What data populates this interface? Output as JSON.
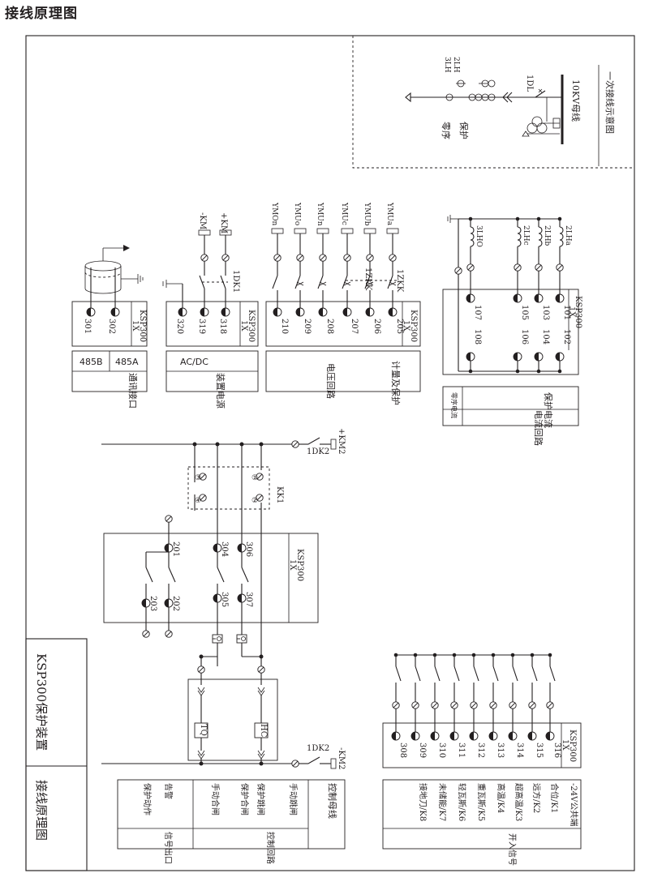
{
  "page_title": "接线原理图",
  "primary_diagram": {
    "title": "一次接线示意图",
    "bus_label": "10KV母线",
    "breaker_label": "1DL",
    "ct_2lh": "2LH",
    "ct_3lh": "3LH",
    "protection_label": "保护",
    "zero_seq_label": "零序"
  },
  "terminal_strip": {
    "label_1x": "1X",
    "label_model": "KSP300"
  },
  "comm": {
    "pins": [
      "301",
      "302"
    ],
    "row1": [
      "485B",
      "485A"
    ],
    "caption": "通讯接口"
  },
  "power": {
    "switch": "1DK1",
    "km_plus": "+KM",
    "km_minus": "-KM",
    "pins": [
      "320",
      "319",
      "318"
    ],
    "row1": "AC/DC",
    "caption": "装置电源"
  },
  "voltage": {
    "switch": "1ZKK",
    "inputs": [
      "YMOn",
      "YMUo",
      "YMUn",
      "YMUc",
      "YMUb",
      "YMUa"
    ],
    "pins": [
      "210",
      "209",
      "208",
      "207",
      "206",
      "205"
    ],
    "caption_a": "计量及保护",
    "caption_b": "电压回路"
  },
  "current": {
    "cts": [
      "3LHO",
      "2LHc",
      "2LHb",
      "2LHa"
    ],
    "top_pins": [
      "107",
      "105",
      "103",
      "101"
    ],
    "bottom_pins": [
      "108",
      "106",
      "104",
      "102"
    ],
    "caption_zero": "零序电流",
    "caption_prot": "保护电流",
    "caption_loop": "电流回路"
  },
  "control": {
    "km2_plus": "+KM2",
    "km2_minus": "-KM2",
    "switch_top": "1DK2",
    "switch_bottom": "1DK2",
    "kk": "KK1",
    "kk_pos_1": "①",
    "kk_pos_2": "②",
    "kk_pos_3": "③",
    "kk_pos_4": "④",
    "pins_top": [
      "201",
      "304",
      "306"
    ],
    "pins_bottom": [
      "203",
      "202",
      "305",
      "307"
    ],
    "tq": "TQ",
    "hc": "HC"
  },
  "model_panel": {
    "model": "KSP300保护装置",
    "drawing": "接线原理图"
  },
  "signal_table": {
    "col1": "信号出口",
    "col1_items": [
      "告警",
      "保护动作"
    ],
    "col2": "控制回路",
    "col2_items": [
      "手动跳闸",
      "保护跳闸",
      "保护合闸",
      "手动合闸"
    ],
    "col3": "控制母线"
  },
  "inputs": {
    "pins": [
      "308",
      "309",
      "310",
      "311",
      "312",
      "313",
      "314",
      "315",
      "316"
    ],
    "caption": "开入信号",
    "items": [
      "-24V公共端",
      "合位/K1",
      "远方/K2",
      "超高温/K3",
      "高温/K4",
      "重瓦斯/K5",
      "轻瓦斯/K6",
      "未储能/K7",
      "接地刀/K8"
    ]
  }
}
